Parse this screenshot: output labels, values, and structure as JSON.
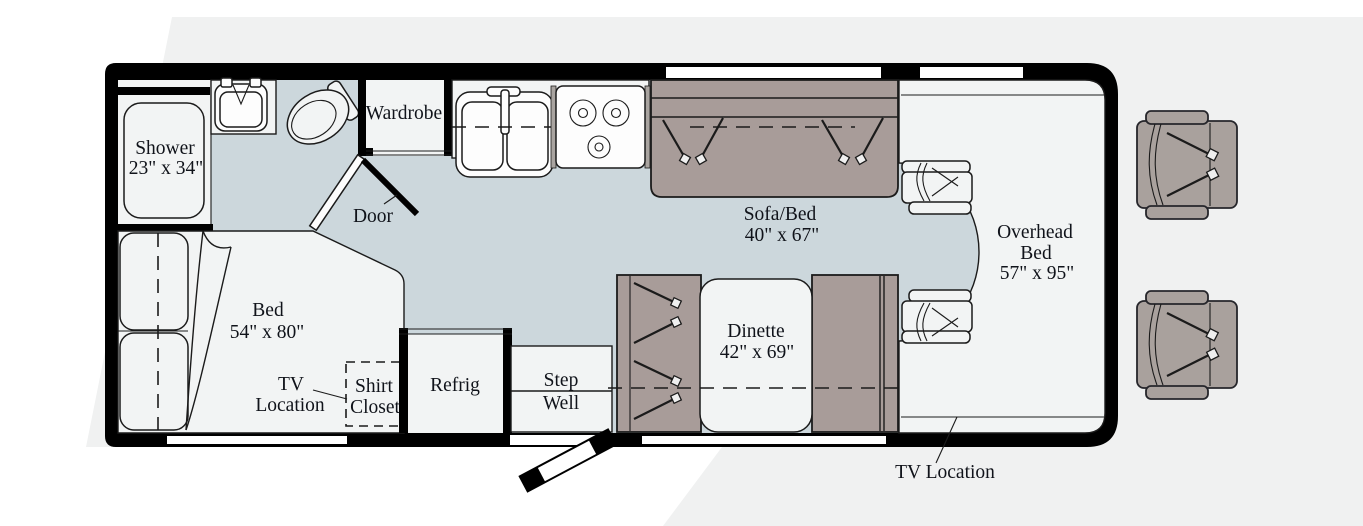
{
  "colors": {
    "background": "#f0f1f1",
    "page": "#ffffff",
    "floor": "#ccd7dc",
    "panel": "#f2f4f4",
    "furniture": "#a89c99",
    "chair": "#a9a19d",
    "wall": "#000000",
    "window": "#ffffff",
    "text": "#10131a"
  },
  "floorplan": {
    "labels": {
      "wardrobe": "Wardrobe",
      "shower": {
        "name": "Shower",
        "dim": "23\" x 34\""
      },
      "door": "Door",
      "bed": {
        "name": "Bed",
        "dim": "54\" x 80\""
      },
      "bedroom_tv": {
        "line1": "TV",
        "line2": "Location"
      },
      "shirt_closet": {
        "line1": "Shirt",
        "line2": "Closet"
      },
      "refrig": "Refrig",
      "step_well": {
        "line1": "Step",
        "line2": "Well"
      },
      "sofa_bed": {
        "name": "Sofa/Bed",
        "dim": "40\" x 67\""
      },
      "dinette": {
        "name": "Dinette",
        "dim": "42\" x 69\""
      },
      "overhead_bed": {
        "line1": "Overhead",
        "line2": "Bed",
        "dim": "57\" x 95\""
      },
      "front_tv": "TV Location"
    }
  }
}
